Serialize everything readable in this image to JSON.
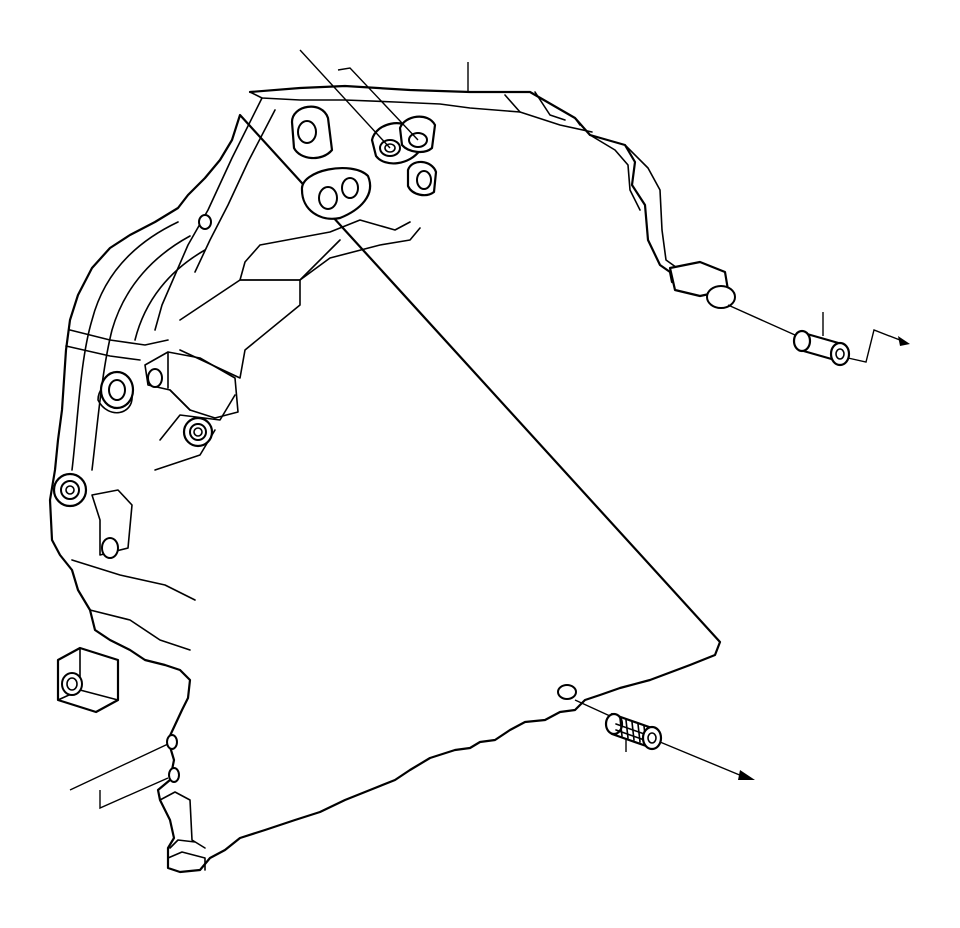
{
  "diagram": {
    "subject": "transmission-case-cover-with-dowel-pins",
    "colors": {
      "line": "#000000",
      "background": "#ffffff"
    },
    "parts": [
      {
        "id": "case-cover",
        "kind": "housing"
      },
      {
        "id": "dowel-pin-upper",
        "kind": "pin",
        "texture": "plain"
      },
      {
        "id": "dowel-pin-lower",
        "kind": "pin",
        "texture": "knurled"
      }
    ],
    "callouts": [
      {
        "id": "callout-top-left"
      },
      {
        "id": "callout-top"
      },
      {
        "id": "callout-upper-pin"
      },
      {
        "id": "callout-lower-pin"
      },
      {
        "id": "callout-bottom-left"
      }
    ]
  }
}
